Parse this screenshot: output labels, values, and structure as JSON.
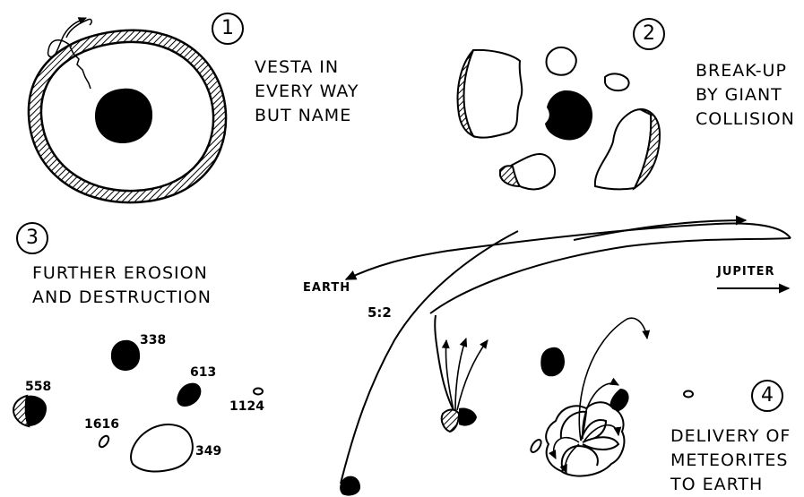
{
  "panels": [
    {
      "number": "1",
      "caption": [
        "VESTA IN",
        "EVERY WAY",
        "BUT NAME"
      ]
    },
    {
      "number": "2",
      "caption": [
        "BREAK-UP",
        "BY GIANT",
        "COLLISION"
      ]
    },
    {
      "number": "3",
      "caption": [
        "FURTHER EROSION",
        "AND DESTRUCTION"
      ]
    },
    {
      "number": "4",
      "caption": [
        "DELIVERY OF",
        "METEORITES",
        "TO EARTH"
      ]
    }
  ],
  "asteroid_labels": [
    "338",
    "613",
    "558",
    "1124",
    "1616",
    "349"
  ],
  "map_labels": {
    "earth": "EARTH",
    "jupiter": "JUPITER",
    "resonance": "5:2"
  }
}
